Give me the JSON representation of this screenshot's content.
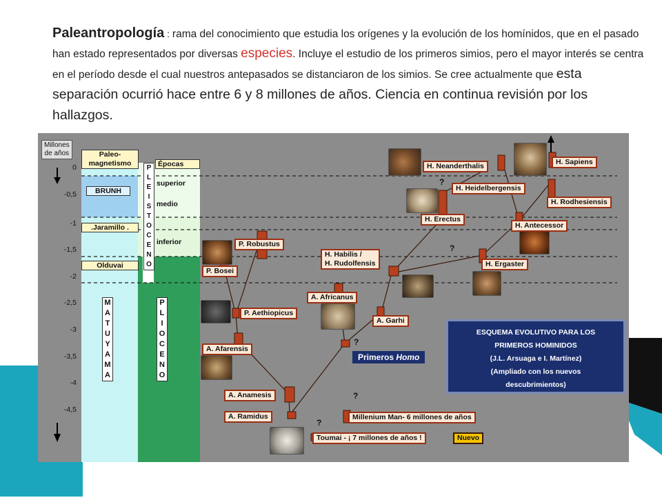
{
  "intro": {
    "title": "Paleantropología",
    "sep": " : ",
    "p1": "rama del conocimiento que estudia los orígenes y la evolución de los homínidos, que en el pasado han estado representados por diversas ",
    "highlight": "especies",
    "p2": ". Incluye el estudio de los primeros simios, pero el mayor interés se centra en el período desde el cual nuestros antepasados se distanciaron de los simios. Se cree actualmente que ",
    "p3": "esta separación ocurrió hace entre 6 y 8 millones de años. Ciencia en continua revisión por los hallazgos."
  },
  "axis": {
    "title_line1": "Millones",
    "title_line2": "de años",
    "ticks": [
      "0",
      "-0,5",
      "-1",
      "-1,5",
      "-2",
      "-2,5",
      "-3",
      "-3,5",
      "-4",
      "-4,5"
    ]
  },
  "paleomag": {
    "header_line1": "Paleo-",
    "header_line2": "magnetismo",
    "brunh": "BRUNH",
    "jaramillo": ".Jaramillo .",
    "olduvai": "Olduvai",
    "matuyama": [
      "M",
      "A",
      "T",
      "U",
      "Y",
      "A",
      "M",
      "A"
    ]
  },
  "epochs": {
    "header": "Épocas",
    "superior": "superior",
    "medio": "medio",
    "inferior": "inferior",
    "pleistoceno": [
      "P",
      "L",
      "E",
      "I",
      "S",
      "T",
      "O",
      "C",
      "E",
      "N",
      "O"
    ],
    "plioceno": [
      "P",
      "L",
      "I",
      "O",
      "C",
      "E",
      "N",
      "O"
    ]
  },
  "species": {
    "sapiens": "H. Sapiens",
    "neanderthalis": "H. Neanderthalis",
    "heidelbergensis": "H. Heidelbergensis",
    "rodhesiensis": "H. Rodhesiensis",
    "erectus": "H. Erectus",
    "antecessor": "H. Antecessor",
    "ergaster": "H. Ergaster",
    "habilis_line1": "H. Habilis /",
    "habilis_line2": "H. Rudolfensis",
    "robustus": "P. Robustus",
    "bosei": "P. Bosei",
    "aethiopicus": "P. Aethiopicus",
    "africanus": "A. Africanus",
    "garhi": "A. Garhi",
    "afarensis": "A. Afarensis",
    "anamesis": "A. Anamesis",
    "ramidus": "A. Ramidus",
    "millenium": "Millenium Man- 6 millones de años",
    "toumai": "Toumai - ¡ 7 millones de años !",
    "nuevo": "Nuevo",
    "primeros_a": "Primeros ",
    "primeros_b": "Homo"
  },
  "question_mark": "?",
  "legend": {
    "line1": "ESQUEMA EVOLUTIVO PARA LOS",
    "line2": "PRIMEROS HOMINIDOS",
    "line3": "(J.L. Arsuaga e I. Martínez)",
    "line4": "(Ampliado con los nuevos",
    "line5": "descubrimientos)"
  },
  "colors": {
    "panel": "#8c8c8c",
    "box_fill": "#fbe9d8",
    "box_border": "#9a2f14",
    "bar": "#b8401e",
    "legend_bg": "#1b2f6e",
    "nuevo_bg": "#f5c400",
    "teal": "#17a8bd"
  }
}
